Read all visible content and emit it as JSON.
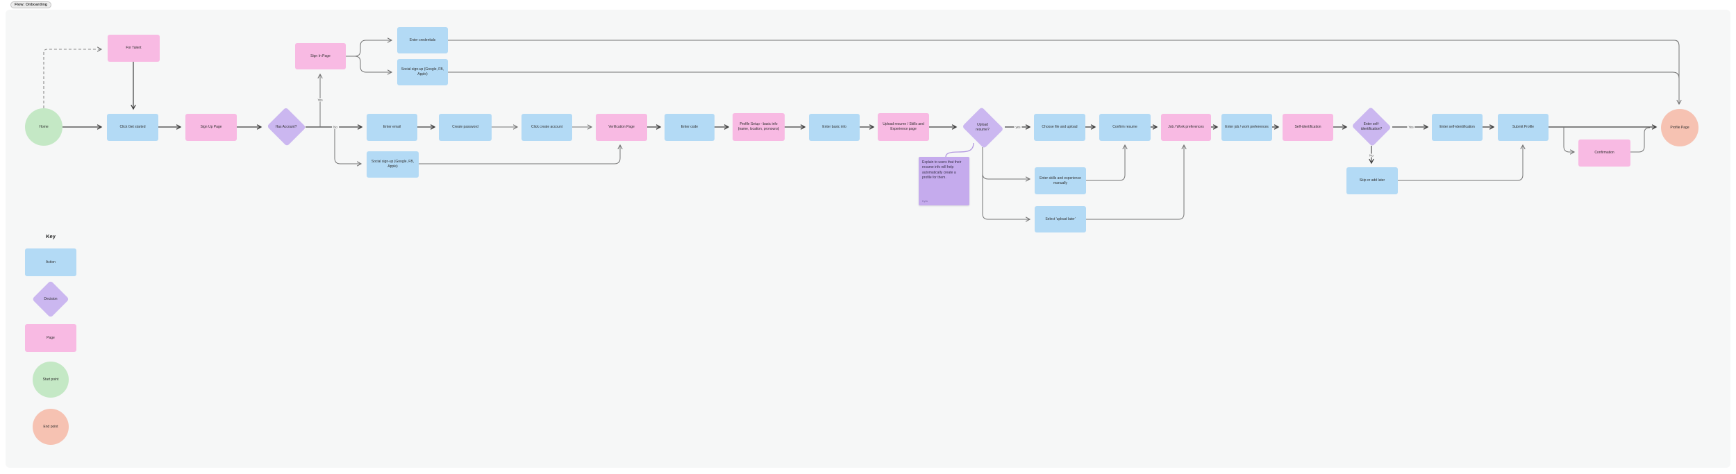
{
  "title_tag": "Flow: Onboarding",
  "nodes": {
    "home": {
      "label": "Home",
      "type": "start-point"
    },
    "for_talent": {
      "label": "For Talent",
      "type": "page"
    },
    "click_get_started": {
      "label": "Click Get started",
      "type": "action"
    },
    "sign_up_page": {
      "label": "Sign Up Page",
      "type": "page"
    },
    "has_account": {
      "label": "Has Account?",
      "type": "decision"
    },
    "sign_in_page": {
      "label": "Sign In Page",
      "type": "page"
    },
    "enter_credentials": {
      "label": "Enter credentials",
      "type": "action"
    },
    "social_signup_top": {
      "label": "Social sign-up (Google, FB, Apple)",
      "type": "action"
    },
    "enter_email": {
      "label": "Enter email",
      "type": "action"
    },
    "create_password": {
      "label": "Create password",
      "type": "action"
    },
    "click_create_account": {
      "label": "Click create account",
      "type": "action"
    },
    "verification_page": {
      "label": "Verification Page",
      "type": "page"
    },
    "enter_code": {
      "label": "Enter code",
      "type": "action"
    },
    "profile_setup": {
      "label": "Profile Setup - basic info (name, location, pronouns)",
      "type": "page"
    },
    "enter_basic_info": {
      "label": "Enter basic info",
      "type": "action"
    },
    "upload_resume_page": {
      "label": "Upload resume / Skills and Experience page",
      "type": "page"
    },
    "upload_resume_q": {
      "label": "Upload resume?",
      "type": "decision"
    },
    "choose_file": {
      "label": "Choose file and upload",
      "type": "action"
    },
    "confirm_resume": {
      "label": "Confirm resume",
      "type": "action"
    },
    "job_work_prefs": {
      "label": "Job / Work preferences",
      "type": "page"
    },
    "enter_job_prefs": {
      "label": "Enter job / work preferences",
      "type": "action"
    },
    "self_identification": {
      "label": "Self-identification",
      "type": "page"
    },
    "enter_self_id_q": {
      "label": "Enter self-identification?",
      "type": "decision"
    },
    "enter_self_id": {
      "label": "Enter self-identification",
      "type": "action"
    },
    "submit_profile": {
      "label": "Submit Profile",
      "type": "action"
    },
    "confirmation": {
      "label": "Confirmation",
      "type": "page"
    },
    "profile_page": {
      "label": "Profile Page",
      "type": "end-point"
    },
    "social_signup_bottom": {
      "label": "Social sign-up (Google, FB, Apple)",
      "type": "action"
    },
    "skills_manually": {
      "label": "Enter skills and experience manually",
      "type": "action"
    },
    "upload_later": {
      "label": "Select 'upload later'",
      "type": "action"
    },
    "skip_add_later": {
      "label": "Skip or add later",
      "type": "action"
    }
  },
  "note": {
    "text": "Explain to users that their resume info will help automatically create a profile for them.",
    "author": "Kyla"
  },
  "edge_labels": {
    "has_account_yes": "Yes",
    "has_account_no": "No",
    "upload_resume_yes": "yes",
    "self_id_yes": "Yes",
    "self_id_no": "No"
  },
  "key": {
    "heading": "Key",
    "action": "Action",
    "decision": "Decision",
    "page": "Page",
    "start": "Start point",
    "end": "End point"
  },
  "colors": {
    "action_fill": "#b3daf5",
    "page_fill": "#f8bae3",
    "decision_fill": "#cbb7f0",
    "note_fill": "#c5abed",
    "start_fill": "#c4e8c5",
    "end_fill": "#f6c2b2",
    "edge_dark": "#3d3d3d",
    "edge_gray": "#737373",
    "canvas_bg": "#f6f7f7"
  }
}
